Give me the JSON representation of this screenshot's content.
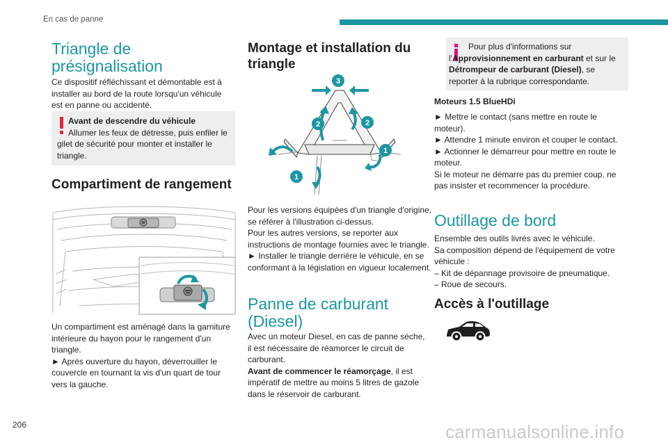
{
  "header": {
    "section": "En cas de panne",
    "bar_color": "#1b96a3"
  },
  "page_number": "206",
  "watermark": "carmanualsonline.info",
  "col1": {
    "triangle_title": "Triangle de\nprésignalisation",
    "triangle_text": "Ce dispositif réfléchissant et démontable est à installer au bord de la route lorsqu'un véhicule est en panne ou accidenté.",
    "warning": {
      "title": "Avant de descendre du véhicule",
      "text": "Allumer les feux de détresse, puis enfiler le gilet de sécurité pour monter et installer le triangle."
    },
    "storage_title": "Compartiment de rangement",
    "storage_lines": [
      "Un compartiment est aménagé dans la garniture intérieure du hayon pour le rangement d'un triangle.",
      "►  Après ouverture du hayon, déverrouiller le couvercle en tournant la vis d'un quart de tour vers la gauche."
    ]
  },
  "col2": {
    "mount_title": "Montage et installation du triangle",
    "diagram_labels": [
      "3",
      "2",
      "2",
      "1",
      "1"
    ],
    "mount_lines": [
      "Pour les versions équipées d'un triangle d'origine, se référer à l'illustration ci-dessus.",
      "Pour les autres versions, se reporter aux instructions de montage fournies avec le triangle.",
      "►  Installer le triangle derrière le véhicule, en se conformant à la législation en vigueur localement."
    ],
    "fuel_title": "Panne de carburant\n(Diesel)",
    "fuel_intro": "Avec un moteur Diesel, en cas de panne sèche, il est nécessaire de réamorcer le circuit de carburant.",
    "fuel_bold": "Avant de commencer le réamorçage",
    "fuel_rest": ", il est impératif de mettre au moins 5 litres de gazole dans le réservoir de carburant."
  },
  "col3": {
    "info": {
      "t1": "Pour plus d'informations sur l'",
      "b1": "Approvisionnement en carburant",
      "t2": " et sur le ",
      "b2": "Détrompeur de carburant (Diesel)",
      "t3": ", se reporter à la rubrique correspondante."
    },
    "engine_title": "Moteurs 1.5 BlueHDi",
    "engine_steps": [
      "►  Mettre le contact (sans mettre en route le moteur).",
      "►  Attendre 1 minute environ et couper le contact.",
      "►  Actionner le démarreur pour mettre en route le moteur.",
      "Si le moteur ne démarre pas du premier coup, ne pas insister et recommencer la procédure."
    ],
    "tools_title": "Outillage de bord",
    "tools_lines": [
      "Ensemble des outils livrés avec le véhicule.",
      "Sa composition dépend de l'équipement de votre véhicule :",
      "–  Kit de dépannage provisoire de pneumatique.",
      "–  Roue de secours."
    ],
    "access_title": "Accès à l'outillage"
  },
  "colors": {
    "accent": "#1b96a3",
    "warning": "#e3262f",
    "info": "#e30d7a",
    "box_bg": "#edeef0"
  }
}
